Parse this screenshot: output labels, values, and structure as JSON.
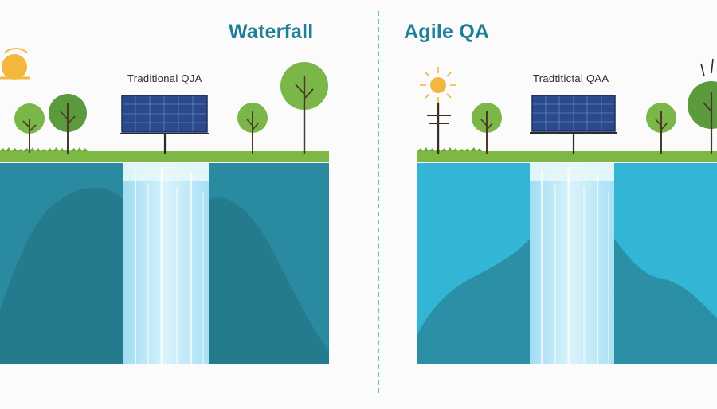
{
  "left_panel": {
    "heading": "Waterfall",
    "caption": "Traditional QJA",
    "colors": {
      "water": "#2a8ba0",
      "hill": "#237a8b",
      "grass": "#7db844",
      "fall": "#bfe8f7"
    }
  },
  "right_panel": {
    "heading": "Agile QA",
    "caption": "Tradtitictal QAA",
    "colors": {
      "water": "#33b5d6",
      "hill": "#2b8fa6",
      "grass": "#7db844",
      "fall": "#bfe8f7"
    }
  },
  "icons": [
    "sun-icon",
    "solar-panel-icon",
    "tree-icon",
    "waterfall-icon",
    "utility-pole-icon"
  ]
}
